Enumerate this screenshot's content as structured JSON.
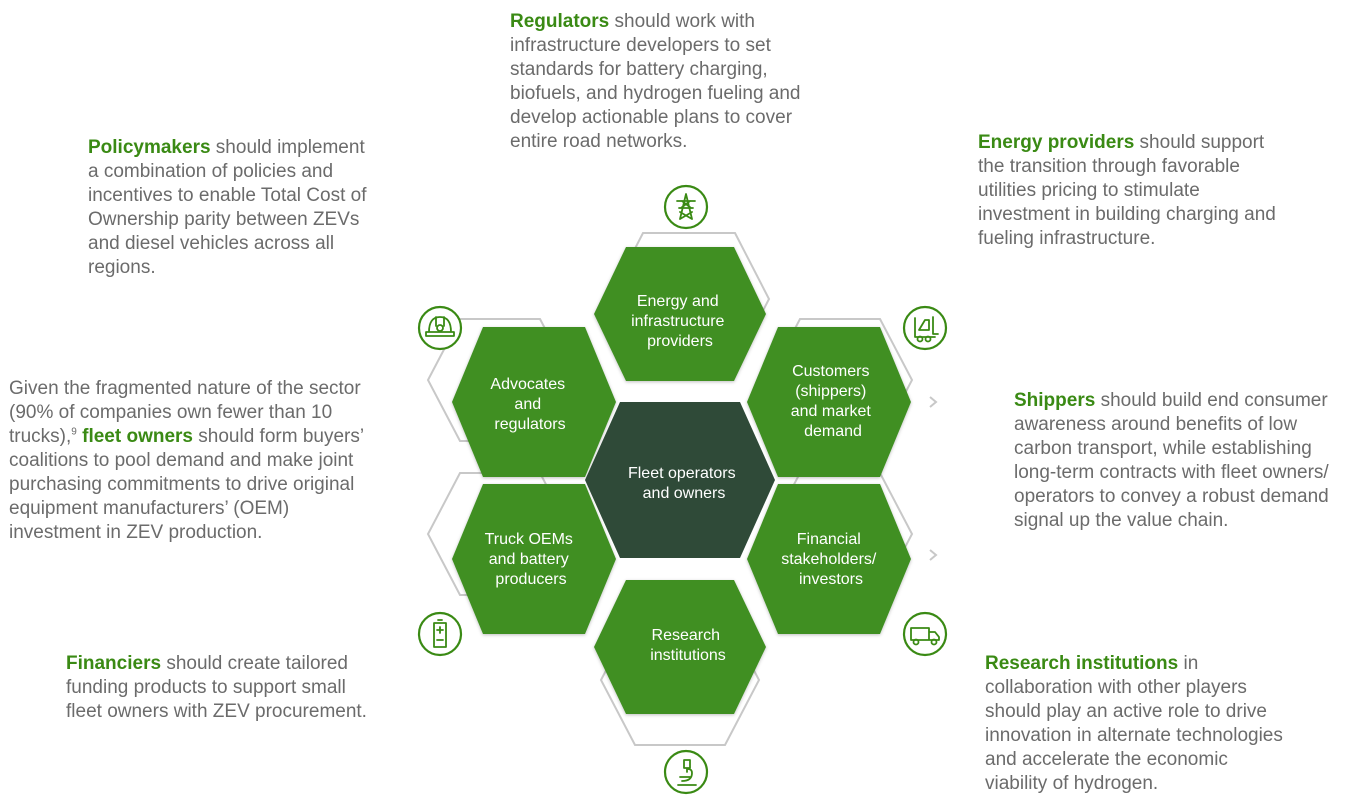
{
  "notes": {
    "regulators": {
      "bold": "Regulators",
      "text": " should work with infrastructure developers to set standards for battery charging, biofuels, and hydrogen fueling and develop actionable plans to cover entire road networks."
    },
    "policymakers": {
      "bold": "Policymakers",
      "text": " should implement a combination of policies and incentives to enable Total Cost of Ownership parity between ZEVs and diesel vehicles across all regions."
    },
    "energy_providers": {
      "bold": "Energy providers",
      "text": " should support the transition through favorable utilities pricing to stimulate investment in building charging and fueling infrastructure."
    },
    "fleet_owners": {
      "pre": "Given the fragmented nature of the sector (90% of companies own fewer than 10 trucks),",
      "sup": "9",
      "bold": "fleet owners",
      "text": " should form buyers’ coalitions to pool demand and make joint purchasing commitments to drive original equipment manufacturers’ (OEM) investment in ZEV production."
    },
    "shippers": {
      "bold": "Shippers",
      "text": " should build end consumer awareness around benefits of low carbon transport, while establishing long-term contracts with fleet owners/ operators to convey a robust demand signal up the value chain."
    },
    "financiers": {
      "bold": "Financiers",
      "text": " should create tailored funding products to support small fleet owners with ZEV procurement."
    },
    "research": {
      "bold": "Research institutions",
      "text": " in collaboration with other players should play an active role to drive innovation in alternate technologies and accelerate the economic viability of hydrogen."
    }
  },
  "hexagons": {
    "top": [
      "Energy and",
      "infrastructure",
      "providers"
    ],
    "upper_right": [
      "Customers",
      "(shippers)",
      "and market",
      "demand"
    ],
    "lower_right": [
      "Financial",
      "stakeholders/",
      "investors"
    ],
    "bottom": [
      "Research",
      "institutions"
    ],
    "lower_left": [
      "Truck OEMs",
      "and battery",
      "producers"
    ],
    "upper_left": [
      "Advocates",
      "and",
      "regulators"
    ],
    "center": [
      "Fleet operators",
      "and owners"
    ]
  },
  "icons": {
    "top": "power-tower-icon",
    "upper_right": "forklift-icon",
    "lower_right": "truck-icon",
    "bottom": "microscope-icon",
    "lower_left": "battery-icon",
    "upper_left": "hard-hat-icon"
  },
  "colors": {
    "accent": "#3a8a14",
    "hex_fill": "#3f8f23",
    "center_fill": "#2f4a38",
    "outline": "#c8c8c8",
    "text": "#6b6b6b"
  }
}
